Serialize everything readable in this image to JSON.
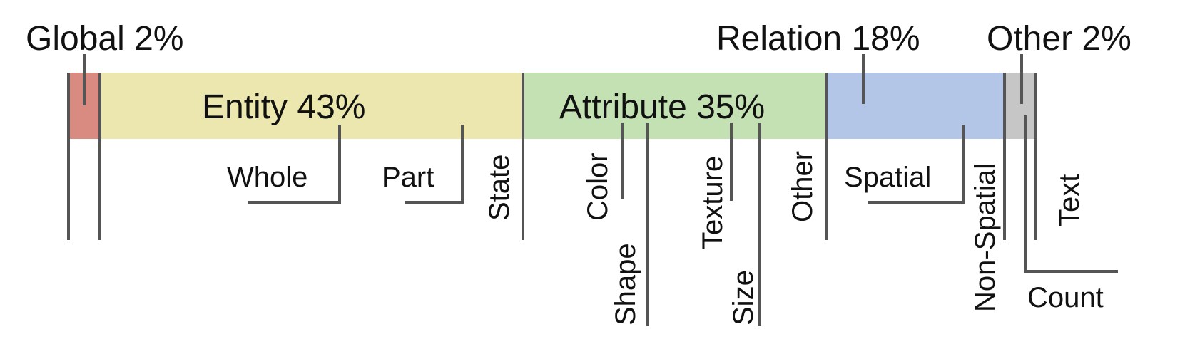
{
  "segments": [
    {
      "id": "global",
      "label": "Global 2%",
      "color": "#d98b82"
    },
    {
      "id": "entity",
      "label": "Entity 43%",
      "color": "#ebe7ae"
    },
    {
      "id": "attribute",
      "label": "Attribute 35%",
      "color": "#c4e1b4"
    },
    {
      "id": "relation",
      "label": "Relation 18%",
      "color": "#b3c6e7"
    },
    {
      "id": "other",
      "label": "Other 2%",
      "color": "#c6c6c6"
    }
  ],
  "sublabels": {
    "entity": [
      "Whole",
      "Part",
      "State"
    ],
    "attribute": [
      "Color",
      "Shape",
      "Texture",
      "Size",
      "Other"
    ],
    "relation": [
      "Spatial",
      "Non-Spatial"
    ],
    "other": [
      "Count",
      "Text"
    ]
  }
}
